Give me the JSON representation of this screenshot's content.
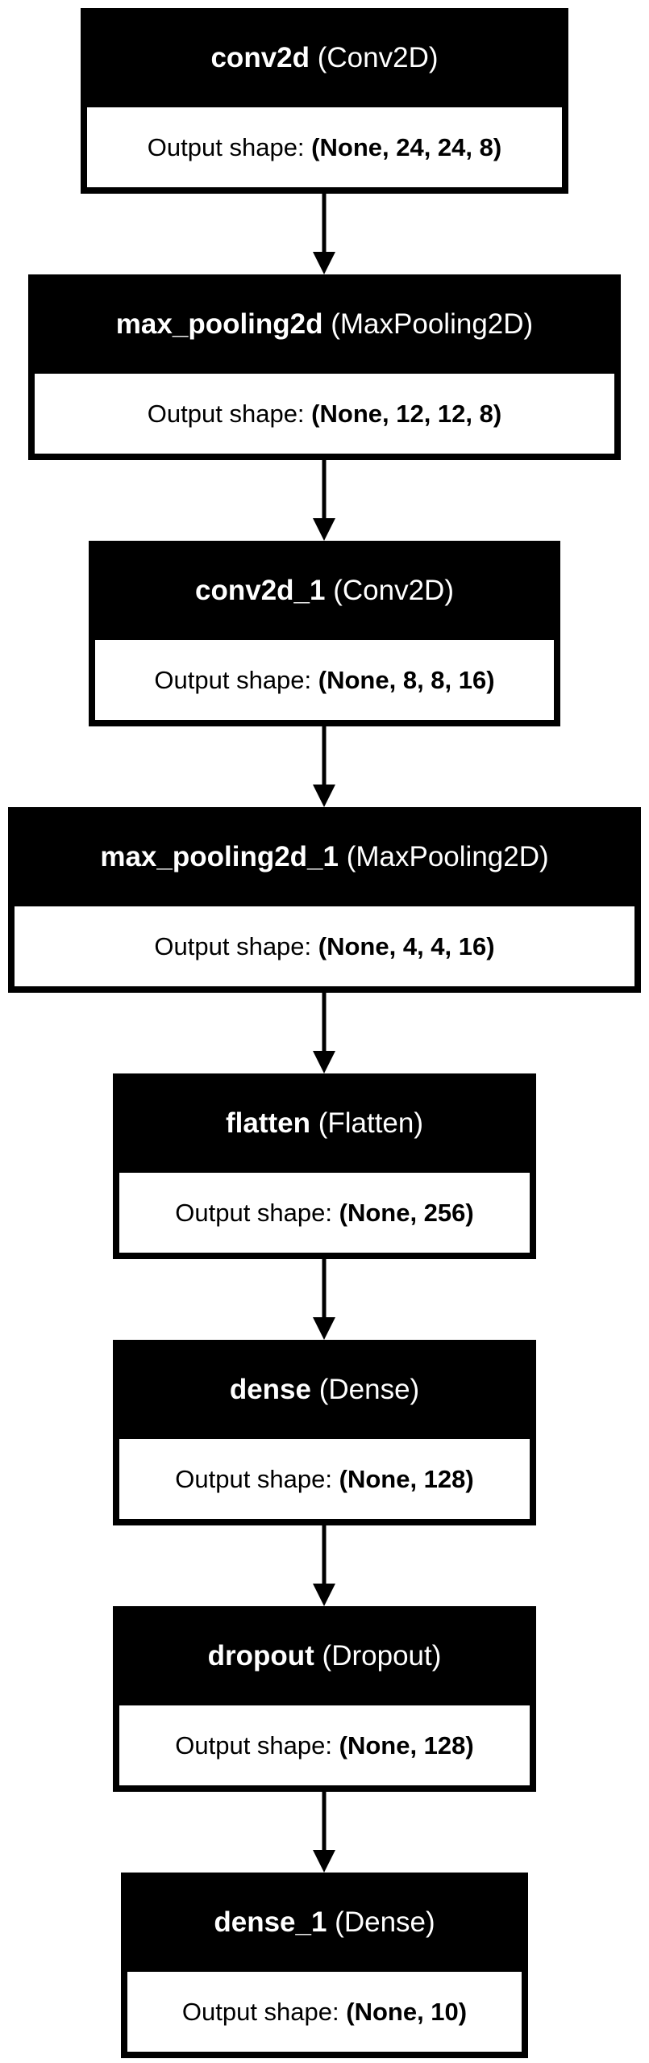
{
  "layers": [
    {
      "name": "conv2d",
      "type": "(Conv2D)",
      "shape_label": "Output shape:",
      "shape": "(None, 24, 24, 8)"
    },
    {
      "name": "max_pooling2d",
      "type": "(MaxPooling2D)",
      "shape_label": "Output shape:",
      "shape": "(None, 12, 12, 8)"
    },
    {
      "name": "conv2d_1",
      "type": "(Conv2D)",
      "shape_label": "Output shape:",
      "shape": "(None, 8, 8, 16)"
    },
    {
      "name": "max_pooling2d_1",
      "type": "(MaxPooling2D)",
      "shape_label": "Output shape:",
      "shape": "(None, 4, 4, 16)"
    },
    {
      "name": "flatten",
      "type": "(Flatten)",
      "shape_label": "Output shape:",
      "shape": "(None, 256)"
    },
    {
      "name": "dense",
      "type": "(Dense)",
      "shape_label": "Output shape:",
      "shape": "(None, 128)"
    },
    {
      "name": "dropout",
      "type": "(Dropout)",
      "shape_label": "Output shape:",
      "shape": "(None, 128)"
    },
    {
      "name": "dense_1",
      "type": "(Dense)",
      "shape_label": "Output shape:",
      "shape": "(None, 10)"
    }
  ],
  "colors": {
    "header_bg": "#000000",
    "header_text": "#ffffff",
    "border": "#000000",
    "body_bg": "#ffffff"
  }
}
